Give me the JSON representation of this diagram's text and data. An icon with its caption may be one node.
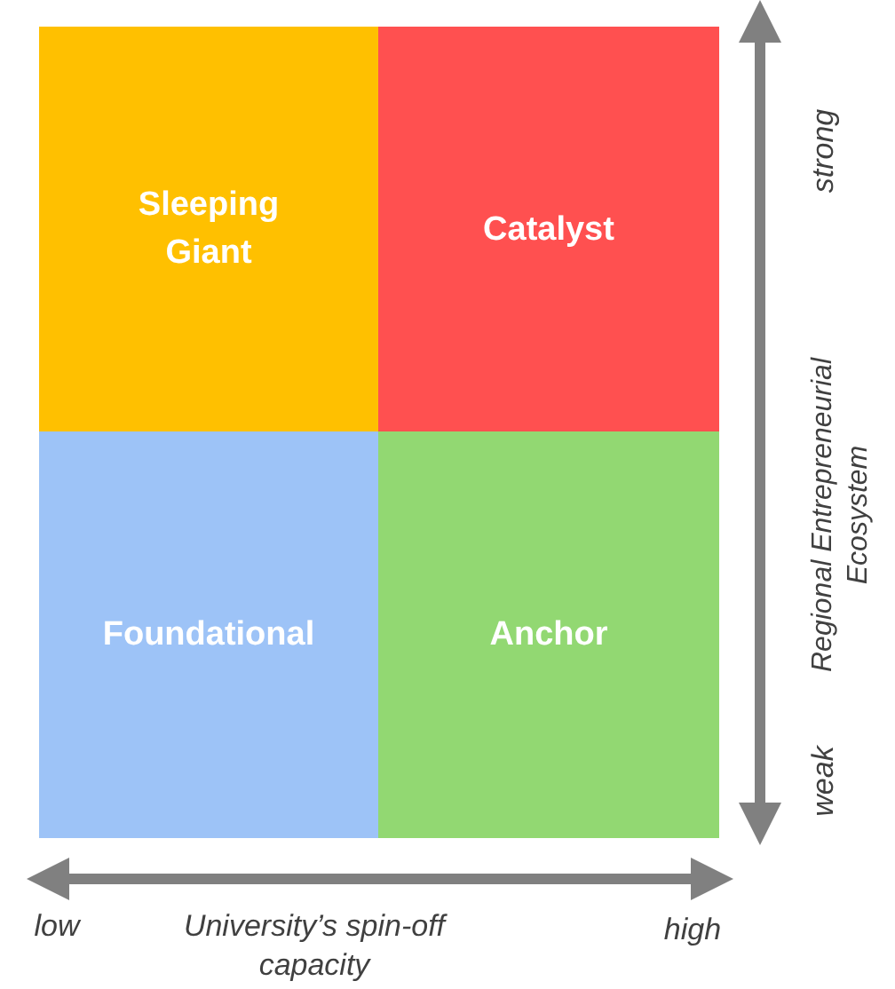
{
  "diagram": {
    "nodes": [
      {
        "text": [
          "Sleeping Giant"
        ]
      },
      {
        "text": [
          "Catalyst"
        ]
      },
      {
        "text": [
          "Foundational"
        ]
      },
      {
        "text": [
          "Anchor"
        ]
      }
    ],
    "labels": [
      "strong",
      "Regional Entrepreneurial Ecosystem",
      "weak",
      "low",
      "University’s spin-off capacity",
      "high"
    ]
  }
}
